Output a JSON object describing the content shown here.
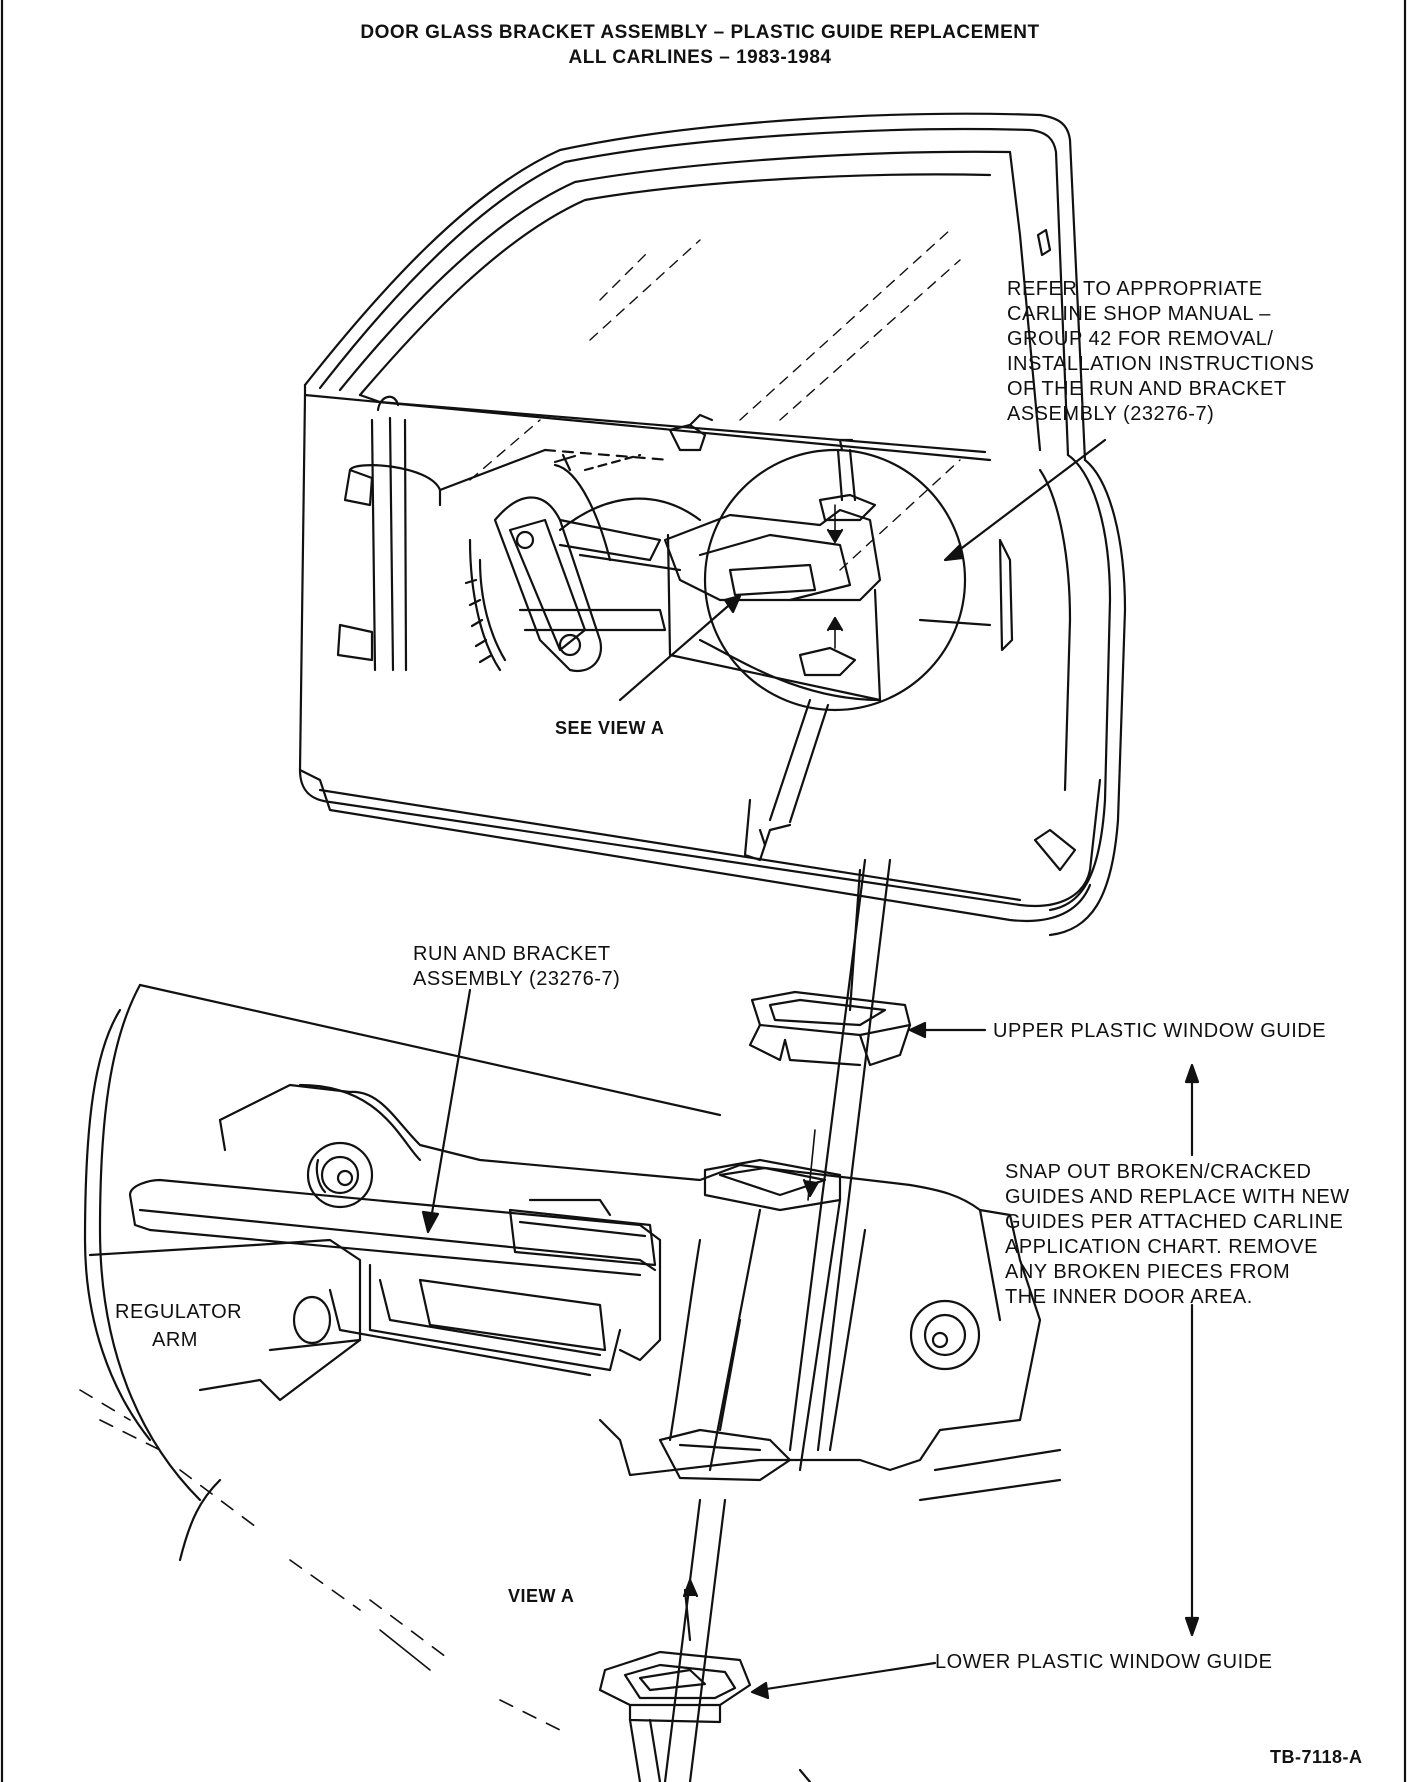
{
  "title": {
    "line1": "DOOR GLASS BRACKET ASSEMBLY – PLASTIC GUIDE REPLACEMENT",
    "line2": "ALL CARLINES – 1983-1984"
  },
  "callouts": {
    "refer": [
      "REFER TO APPROPRIATE",
      "CARLINE SHOP MANUAL –",
      "GROUP 42 FOR REMOVAL/",
      "INSTALLATION INSTRUCTIONS",
      "OF THE RUN AND BRACKET",
      "ASSEMBLY (23276-7)"
    ],
    "see_view": "SEE VIEW A",
    "run_bracket": [
      "RUN AND BRACKET",
      "ASSEMBLY (23276-7)"
    ],
    "upper_guide": "UPPER PLASTIC WINDOW GUIDE",
    "snap_out": [
      "SNAP OUT BROKEN/CRACKED",
      "GUIDES AND REPLACE WITH NEW",
      "GUIDES PER ATTACHED CARLINE",
      "APPLICATION CHART. REMOVE",
      "ANY BROKEN PIECES FROM",
      "THE INNER DOOR AREA."
    ],
    "regulator_arm": [
      "REGULATOR",
      "ARM"
    ],
    "view_a": "VIEW A",
    "lower_guide": "LOWER PLASTIC WINDOW GUIDE"
  },
  "figure_number": "TB-7118-A"
}
